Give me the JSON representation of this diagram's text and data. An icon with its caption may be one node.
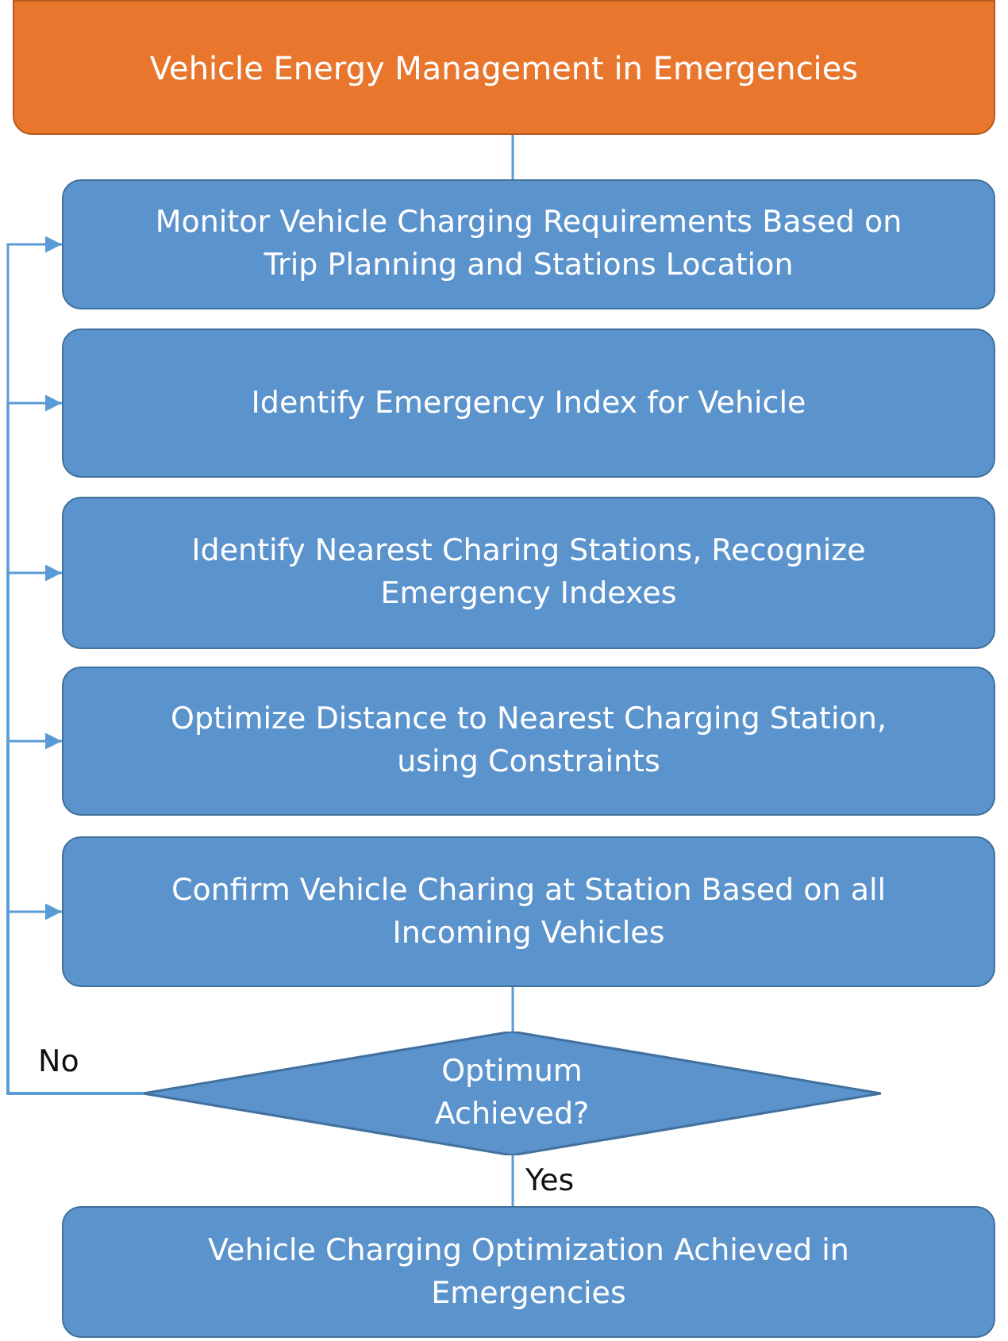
{
  "diagram": {
    "title": "Vehicle Energy Management in Emergencies",
    "nodes": [
      {
        "text": [
          "Monitor Vehicle Charging Requirements Based on Trip Planning and Stations Location"
        ]
      },
      {
        "text": [
          "Identify Emergency Index for Vehicle"
        ]
      },
      {
        "text": [
          "Identify Nearest Charing Stations, Recognize Emergency Indexes"
        ]
      },
      {
        "text": [
          "Optimize Distance to Nearest Charging Station, using Constraints"
        ]
      },
      {
        "text": [
          "Confirm Vehicle Charing at Station Based on all Incoming Vehicles"
        ]
      },
      {
        "text": [
          "Optimum Achieved?"
        ]
      },
      {
        "text": [
          "Vehicle Charging Optimization Achieved in Emergencies"
        ]
      }
    ],
    "edges": [
      {
        "from": null,
        "to": 0,
        "arrow": "none"
      },
      {
        "from": 4,
        "to": 5,
        "arrow": "none"
      },
      {
        "from": 5,
        "to": 6,
        "arrow": "none",
        "label": "Yes"
      },
      {
        "from": 5,
        "to": 0,
        "arrow": "to",
        "label": "No"
      },
      {
        "from": 5,
        "to": 1,
        "arrow": "to"
      },
      {
        "from": 5,
        "to": 2,
        "arrow": "to"
      },
      {
        "from": 5,
        "to": 3,
        "arrow": "to"
      },
      {
        "from": 5,
        "to": 4,
        "arrow": "to"
      }
    ]
  }
}
